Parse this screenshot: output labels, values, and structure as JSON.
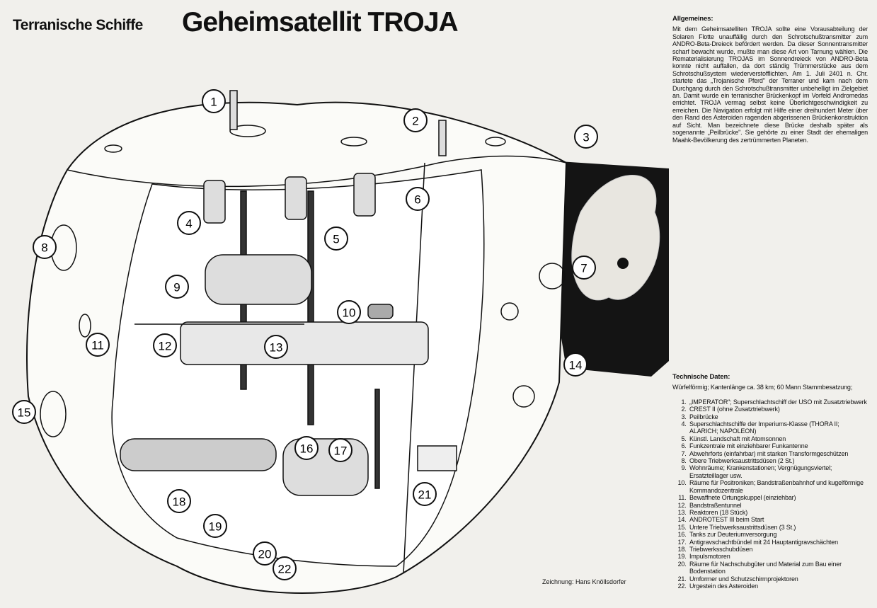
{
  "header": {
    "series": "Terranische Schiffe",
    "title": "Geheimsatellit TROJA"
  },
  "general": {
    "heading": "Allgemeines:",
    "text": "Mit dem Geheimsatelliten TROJA sollte eine Vorausabteilung der Solaren Flotte unauffällig durch den Schrotschußtransmitter zum ANDRO-Beta-Dreieck befördert werden. Da dieser Sonnentransmitter scharf bewacht wurde, mußte man diese Art von Tarnung wählen. Die Rematerialisierung TROJAS im Sonnendreieck von ANDRO-Beta konnte nicht auffallen, da dort ständig Trümmerstücke aus dem Schrotschußsystem wiederverstofflichten. Am 1. Juli 2401 n. Chr. startete das „Trojanische Pferd\" der Terraner und kam nach dem Durchgang durch den Schrotschußtransmitter unbehelligt im Zielgebiet an. Damit wurde ein terranischer Brückenkopf im Vorfeld Andromedas errichtet. TROJA vermag selbst keine Überlichtgeschwindigkeit zu erreichen. Die Navigation erfolgt mit Hilfe einer dreihundert Meter über den Rand des Asteroiden ragenden abgerissenen Brückenkonstruktion auf Sicht. Man bezeichnete diese Brücke deshalb später als sogenannte „Peilbrücke\". Sie gehörte zu einer Stadt der ehemaligen Maahk-Bevölkerung des zertrümmerten Planeten."
  },
  "technical": {
    "heading": "Technische Daten:",
    "intro": "Würfelförmig; Kantenlänge ca. 38 km; 60 Mann Stammbesatzung;",
    "items": [
      "„IMPERATOR\"; Superschlachtschiff der USO mit Zusatztriebwerk",
      "CREST II (ohne Zusatztriebwerk)",
      "Peilbrücke",
      "Superschlachtschiffe der Imperiums-Klasse (THORA II; ALARICH; NAPOLEON)",
      "Künstl. Landschaft mit Atomsonnen",
      "Funkzentrale mit einziehbarer Funkantenne",
      "Abwehrforts (einfahrbar) mit starken Transformgeschützen",
      "Obere Triebwerksaustrittsdüsen (2 St.)",
      "Wohnräume; Krankenstationen; Vergnügungsviertel; Ersatzteillager usw.",
      "Räume für Positroniken; Bandstraßenbahnhof und kugelförmige Kommandozentrale",
      "Bewaffnete Ortungskuppel (einziehbar)",
      "Bandstraßentunnel",
      "Reaktoren (18 Stück)",
      "ANDROTEST III beim Start",
      "Untere Triebwerksaustrittsdüsen (3 St.)",
      "Tanks zur Deuteriumversorgung",
      "Antigravschachtbündel mit 24 Hauptantigravschächten",
      "Triebwerksschubdüsen",
      "Impulsmotoren",
      "Räume für Nachschubgüter und Material zum Bau einer Bodenstation",
      "Umformer und Schutzschirmprojektoren",
      "Urgestein des Asteroiden"
    ]
  },
  "drawing": {
    "callouts": [
      "1",
      "2",
      "3",
      "4",
      "5",
      "6",
      "7",
      "8",
      "9",
      "10",
      "11",
      "12",
      "13",
      "14",
      "15",
      "16",
      "17",
      "18",
      "19",
      "20",
      "21",
      "22"
    ]
  },
  "credit": "Zeichnung: Hans Knöllsdorfer"
}
